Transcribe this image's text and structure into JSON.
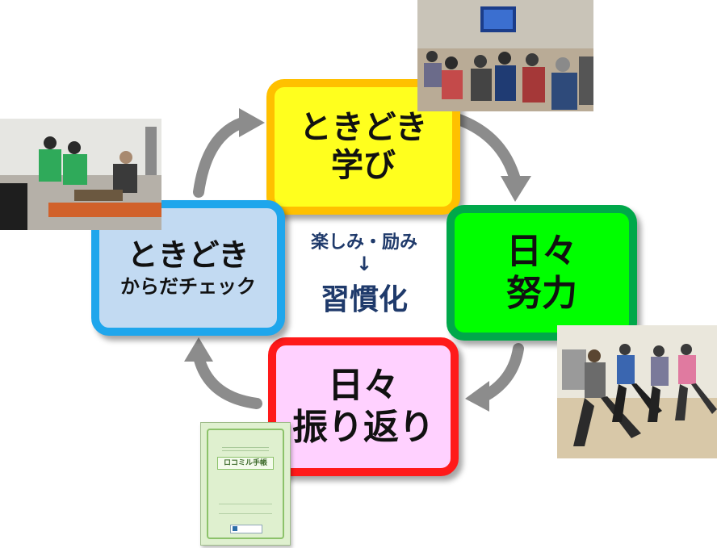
{
  "boxes": {
    "learn": {
      "line1": "ときどき",
      "line2": "学び",
      "fill": "#ffff1e",
      "border": "#ffc000"
    },
    "effort": {
      "line1": "日々",
      "line2": "努力",
      "fill": "#00ff00",
      "border": "#00a84a"
    },
    "review": {
      "line1": "日々",
      "line2": "振り返り",
      "fill": "#ffd1ff",
      "border": "#ff1a1a"
    },
    "check": {
      "line1": "ときどき",
      "line2": "からだチェック",
      "fill": "#c2daf2",
      "border": "#1fa6ec"
    }
  },
  "center": {
    "line1": "楽しみ・励み",
    "arrow": "↓",
    "line2": "習慣化",
    "color": "#1f3a6b"
  },
  "notebook": {
    "title": "ロコミル手帳"
  },
  "cycle_arrow_color": "#8c8c8c"
}
